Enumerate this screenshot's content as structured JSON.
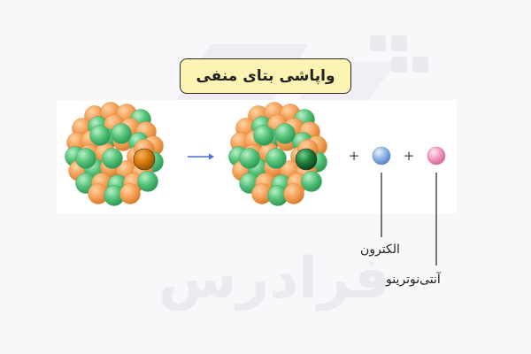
{
  "title": "واپاشی بتای منفی",
  "labels": {
    "electron": "الکترون",
    "antineutrino": "آنتی‌نوترینو"
  },
  "symbols": {
    "plus": "+",
    "arrow": "→"
  },
  "watermark": "فرادرس",
  "colors": {
    "proton": "#f5a25a",
    "neutron": "#55c27a",
    "changing_neutron": "#d77a10",
    "new_proton": "#1f7a3a",
    "electron": "#8fb4e6",
    "antineutrino": "#f29ac4",
    "title_bg": "#fdf3b3",
    "arrow": "#4a6fd6"
  }
}
